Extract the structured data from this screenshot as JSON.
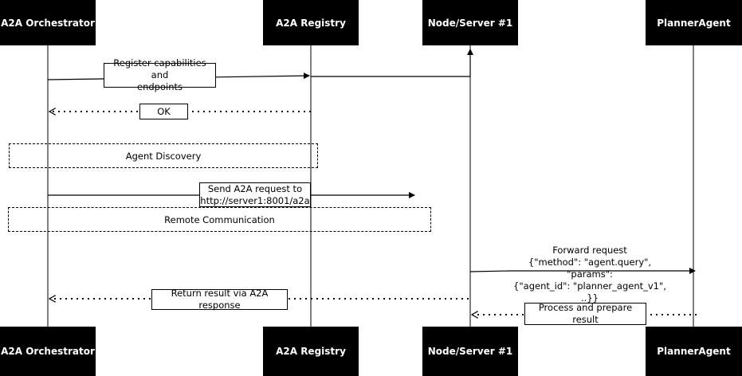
{
  "participants": {
    "orchestrator": "A2A Orchestrator",
    "registry": "A2A Registry",
    "node": "Node/Server #1",
    "planner": "PlannerAgent"
  },
  "messages": {
    "register": "Register capabilities and\nendpoints",
    "ok": "OK",
    "send": "Send A2A request to\nhttp://server1:8001/a2a",
    "forward": "Forward request\n{\"method\": \"agent.query\", \"params\":\n{\"agent_id\": \"planner_agent_v1\", ..}}",
    "process": "Process and prepare result",
    "return": "Return result via A2A response"
  },
  "frames": {
    "discovery": "Agent Discovery",
    "remote": "Remote Communication"
  }
}
